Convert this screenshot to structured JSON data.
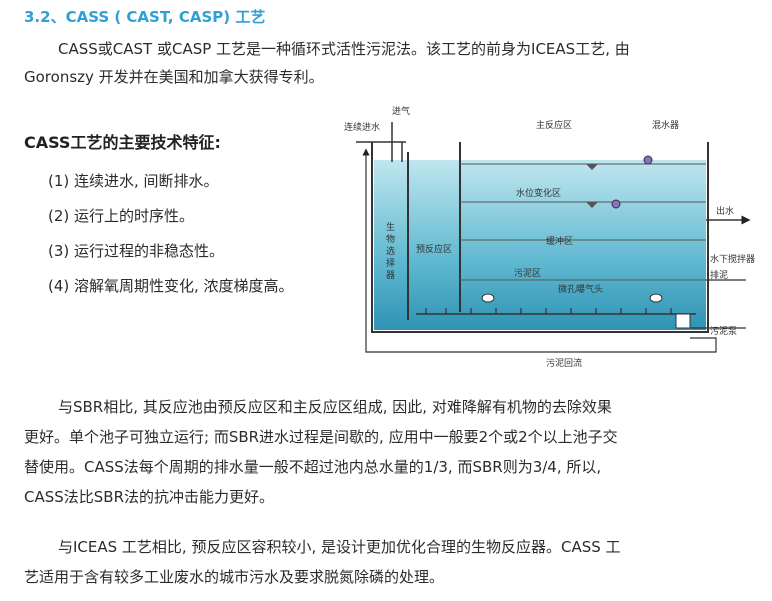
{
  "section_title": "3.2、CASS ( CAST, CASP) 工艺",
  "intro_line1": "CASS或CAST 或CASP 工艺是一种循环式活性污泥法。该工艺的前身为ICEAS工艺, 由",
  "intro_line2": "Goronszy 开发并在美国和加拿大获得专利。",
  "features_title": "CASS工艺的主要技术特征:",
  "features": [
    "(1) 连续进水, 间断排水。",
    "(2) 运行上的时序性。",
    "(3) 运行过程的非稳态性。",
    "(4) 溶解氧周期性变化, 浓度梯度高。"
  ],
  "diagram": {
    "continuous_inflow": "连续进水",
    "aeration_in": "进气",
    "main_zone": "主反应区",
    "mixer": "混水器",
    "water_level_zone": "水位变化区",
    "bio_selector": [
      "生",
      "物",
      "选",
      "择",
      "器"
    ],
    "pre_zone": "预反应区",
    "buffer_zone": "缓冲区",
    "outflow": "出水",
    "underwater_mixer": "水下搅拌器",
    "sludge_discharge": "排泥",
    "sludge_zone": "污泥区",
    "aerator": "微孔曝气头",
    "sludge_pump": "污泥泵",
    "sludge_return": "污泥回流"
  },
  "para2_line1": "与SBR相比, 其反应池由预反应区和主反应区组成, 因此, 对难降解有机物的去除效果",
  "para2_line2": "更好。单个池子可独立运行; 而SBR进水过程是间歇的, 应用中一般要2个或2个以上池子交",
  "para2_line3": "替使用。CASS法每个周期的排水量一般不超过池内总水量的1/3, 而SBR则为3/4, 所以,",
  "para2_line4": "CASS法比SBR法的抗冲击能力更好。",
  "para3_line1": "与ICEAS 工艺相比, 预反应区容积较小, 是设计更加优化合理的生物反应器。CASS 工",
  "para3_line2": "艺适用于含有较多工业废水的城市污水及要求脱氮除磷的处理。"
}
